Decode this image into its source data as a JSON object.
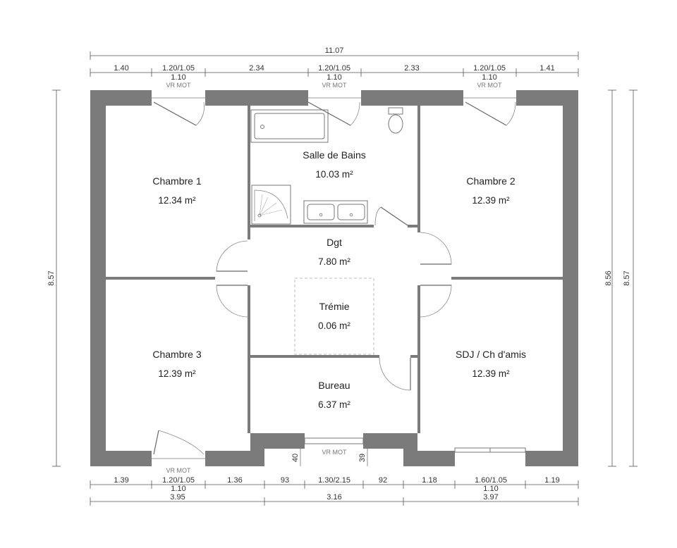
{
  "plan": {
    "top_overall": "11.07",
    "top_segments": [
      "1.40",
      "1.20/1.05",
      "2.34",
      "1.20/1.05",
      "2.33",
      "1.20/1.05",
      "1.41"
    ],
    "top_sublabels": [
      "1.10",
      "1.10",
      "1.10"
    ],
    "vr_mot": "VR MOT",
    "left_height": "8.57",
    "right_inner_height": "8.56",
    "right_outer_height": "8.57",
    "bottom_segments": [
      "1.39",
      "1.20/1.05",
      "1.36",
      "93",
      "1.30/2.15",
      "92",
      "1.18",
      "1.60/1.05",
      "1.19"
    ],
    "bottom_sublabels": [
      "1.10",
      "1.10"
    ],
    "bottom_totals": [
      "3.95",
      "3.16",
      "3.97"
    ],
    "step_left": "40",
    "step_right": "39"
  },
  "rooms": [
    {
      "name": "Chambre 1",
      "area": "12.34 m²"
    },
    {
      "name": "Salle de Bains",
      "area": "10.03 m²"
    },
    {
      "name": "Chambre 2",
      "area": "12.39 m²"
    },
    {
      "name": "Dgt",
      "area": "7.80 m²"
    },
    {
      "name": "Trémie",
      "area": "0.06 m²"
    },
    {
      "name": "Chambre 3",
      "area": "12.39 m²"
    },
    {
      "name": "Bureau",
      "area": "6.37 m²"
    },
    {
      "name": "SDJ / Ch d'amis",
      "area": "12.39 m²"
    }
  ]
}
